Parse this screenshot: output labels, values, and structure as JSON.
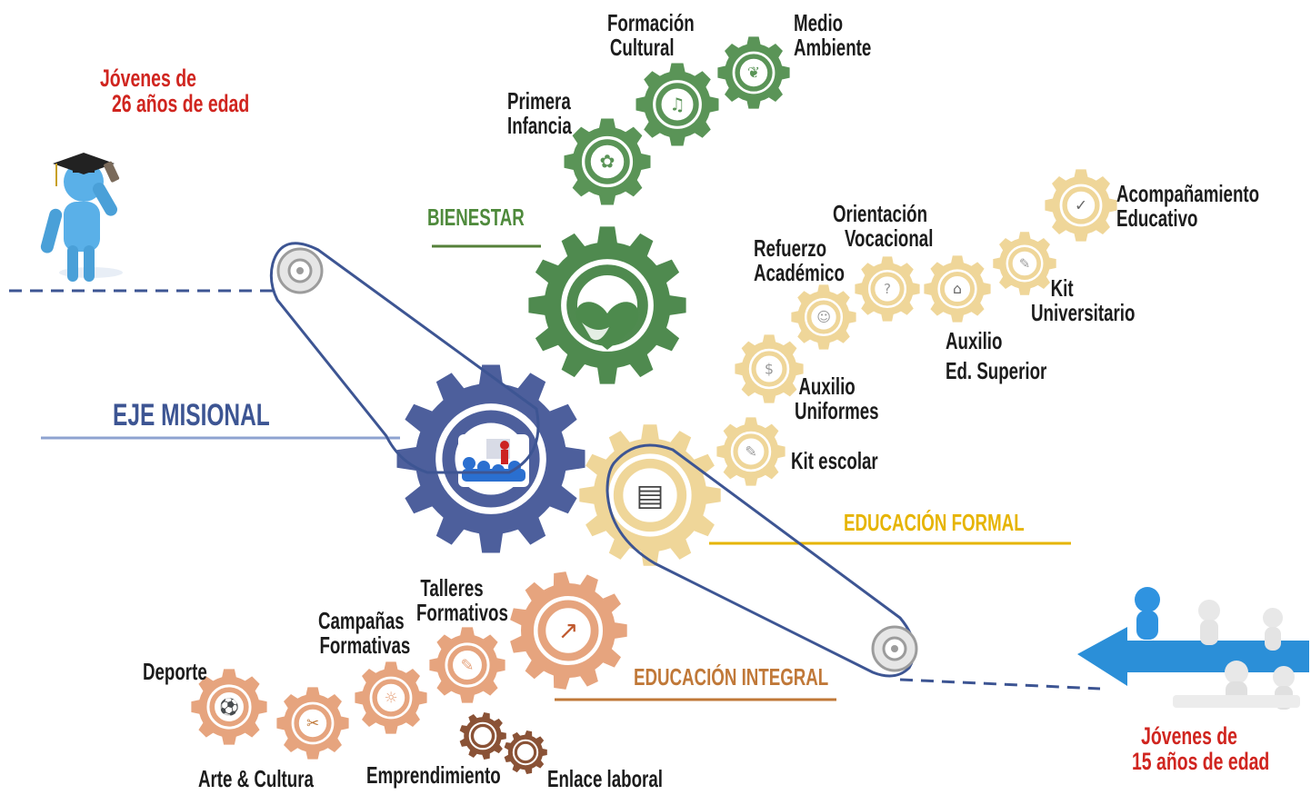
{
  "labels": {
    "youth_26": [
      "Jóvenes de",
      "26 años de edad"
    ],
    "youth_15": [
      "Jóvenes de",
      "15 años de edad"
    ],
    "eje_misional": "EJE MISIONAL",
    "bienestar": "BIENESTAR",
    "educacion_formal": "EDUCACIÓN FORMAL",
    "educacion_integral": "EDUCACIÓN INTEGRAL"
  },
  "bienestar_items": {
    "primera_infancia": [
      "Primera",
      "Infancia"
    ],
    "formacion_cultural": [
      "Formación",
      "Cultural"
    ],
    "medio_ambiente": [
      "Medio",
      "Ambiente"
    ]
  },
  "formal_items": {
    "kit_escolar": "Kit escolar",
    "auxilio_uniformes": [
      "Auxilio",
      "Uniformes"
    ],
    "refuerzo_academico": [
      "Refuerzo",
      "Académico"
    ],
    "orientacion_vocacional": [
      "Orientación",
      "Vocacional"
    ],
    "auxilio_ed_superior": [
      "Auxilio",
      "Ed. Superior"
    ],
    "kit_universitario": [
      "Kit",
      "Universitario"
    ],
    "acompanamiento_educativo": [
      "Acompañamiento",
      "Educativo"
    ]
  },
  "integral_items": {
    "talleres_formativos": [
      "Talleres",
      "Formativos"
    ],
    "campanas_formativas": [
      "Campañas",
      "Formativas"
    ],
    "deporte": "Deporte",
    "arte_cultura": "Arte & Cultura",
    "emprendimiento": "Emprendimiento",
    "enlace_laboral": "Enlace laboral"
  },
  "colors": {
    "eje": "#4d5f9c",
    "bienestar": "#4f8a4f",
    "formal": "#efd699",
    "integral": "#e6a47e",
    "belt": "#3d5593",
    "red_text": "#d0251f"
  }
}
